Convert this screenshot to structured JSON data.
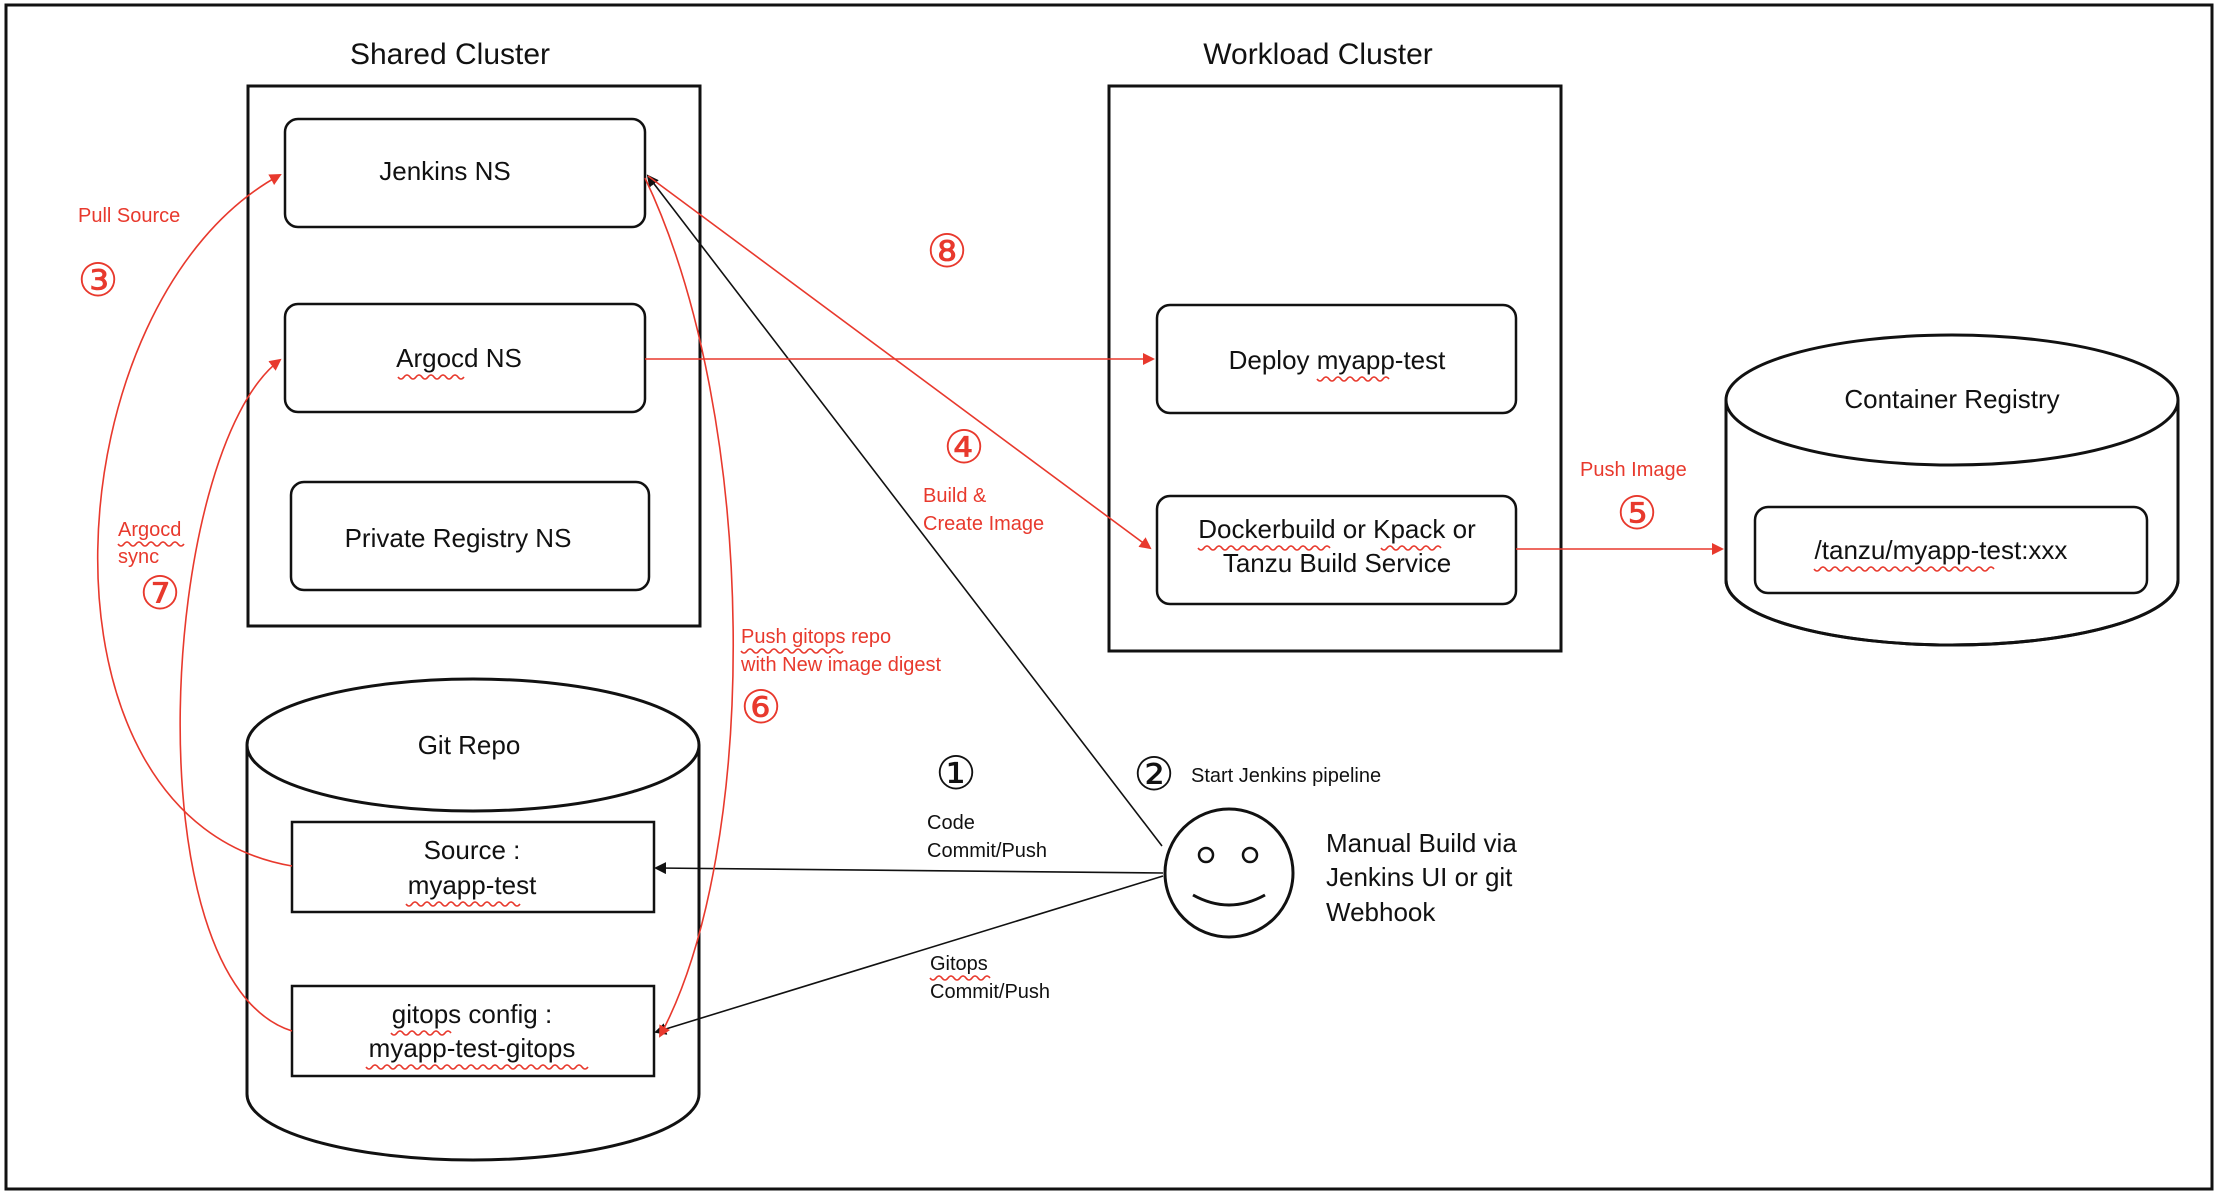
{
  "clusters": {
    "shared": {
      "title": "Shared Cluster"
    },
    "workload": {
      "title": "Workload Cluster"
    }
  },
  "shared_nodes": {
    "jenkins": "Jenkins NS",
    "argocd": "Argocd NS",
    "private_registry": "Private Registry NS"
  },
  "workload_nodes": {
    "deploy": "Deploy myapp-test",
    "build_line1": "Dockerbuild or Kpack or",
    "build_line2": "Tanzu Build Service"
  },
  "container_registry": {
    "title": "Container Registry",
    "image": "/tanzu/myapp-test:xxx"
  },
  "git_repo": {
    "title": "Git Repo",
    "source_line1": "Source :",
    "source_line2": "myapp-test",
    "gitops_line1": "gitops config :",
    "gitops_line2": "myapp-test-gitops"
  },
  "user": {
    "line1": "Manual Build via",
    "line2": "Jenkins UI or git",
    "line3": "Webhook"
  },
  "steps": {
    "s1": {
      "num": "①",
      "label_line1": "Code",
      "label_line2": "Commit/Push"
    },
    "s2": {
      "num": "②",
      "label": "Start Jenkins pipeline"
    },
    "s3": {
      "num": "③",
      "label": "Pull Source"
    },
    "s4": {
      "num": "④",
      "label_line1": "Build &",
      "label_line2": "Create Image"
    },
    "s5": {
      "num": "⑤",
      "label": "Push Image"
    },
    "s6": {
      "num": "⑥",
      "label_line1": "Push gitops repo",
      "label_line2": "with New image digest"
    },
    "s7": {
      "num": "⑦",
      "label_line1": "Argocd",
      "label_line2": "sync"
    },
    "s8": {
      "num": "⑧"
    },
    "gitops_push": {
      "label_line1": "Gitops",
      "label_line2": "Commit/Push"
    }
  },
  "colors": {
    "red": "#e8392d",
    "black": "#111111"
  }
}
